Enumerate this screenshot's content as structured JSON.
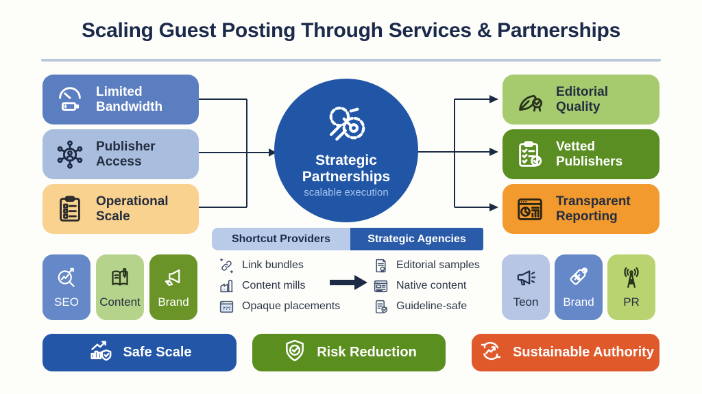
{
  "title": "Scaling Guest Posting Through Services & Partnerships",
  "colors": {
    "canvas_bg": "#fdfdfa",
    "title_text": "#1b2a4a",
    "divider": "#b9c9da",
    "connector": "#1b2a44",
    "limited_bandwidth_bg": "#5b7ec1",
    "publisher_access_bg": "#a9bedf",
    "operational_scale_bg": "#f9d28f",
    "hub_bg": "#2156a7",
    "editorial_quality_bg": "#a6cb6e",
    "vetted_publishers_bg": "#5a8e23",
    "transparent_reporting_bg": "#f29a2e",
    "tab_light_bg": "#b9cbe8",
    "tab_dark_bg": "#2a5ba8",
    "seo_bg": "#6488c8",
    "content_bg": "#b6d38c",
    "brand_left_bg": "#6b9428",
    "teon_bg": "#b6c6e4",
    "brand_right_bg": "#6488c8",
    "pr_bg": "#b8d370",
    "safe_scale_bg": "#2456a8",
    "risk_reduction_bg": "#5a8e1f",
    "sustainable_authority_bg": "#e0592b"
  },
  "hub": {
    "title": "Strategic Partnerships",
    "subtitle": "scalable execution",
    "icon": "handshake-gears-icon"
  },
  "left_boxes": [
    {
      "label": "Limited Bandwidth",
      "icon": "gauge-battery-icon"
    },
    {
      "label": "Publisher Access",
      "icon": "network-nodes-icon"
    },
    {
      "label": "Operational Scale",
      "icon": "clipboard-checklist-icon"
    }
  ],
  "right_boxes": [
    {
      "label": "Editorial Quality",
      "icon": "pen-award-icon"
    },
    {
      "label": "Vetted Publishers",
      "icon": "clipboard-check-icon"
    },
    {
      "label": "Transparent Reporting",
      "icon": "report-dashboard-icon"
    }
  ],
  "comparison": {
    "tabs": [
      {
        "label": "Shortcut Providers"
      },
      {
        "label": "Strategic Agencies"
      }
    ],
    "left_items": [
      {
        "label": "Link bundles",
        "icon": "chain-link-icon"
      },
      {
        "label": "Content mills",
        "icon": "factory-icon"
      },
      {
        "label": "Opaque placements",
        "icon": "window-question-icon"
      }
    ],
    "right_items": [
      {
        "label": "Editorial samples",
        "icon": "document-seal-icon"
      },
      {
        "label": "Native content",
        "icon": "window-article-icon"
      },
      {
        "label": "Guideline-safe",
        "icon": "document-shield-icon"
      }
    ],
    "question_glyph": "???"
  },
  "left_tags": [
    {
      "label": "SEO",
      "icon": "seo-magnifier-icon"
    },
    {
      "label": "Content",
      "icon": "book-pencil-icon"
    },
    {
      "label": "Brand",
      "icon": "megaphone-tag-icon"
    }
  ],
  "right_tags": [
    {
      "label": "Teon",
      "icon": "megaphone-icon"
    },
    {
      "label": "Brand",
      "icon": "price-tag-icon"
    },
    {
      "label": "PR",
      "icon": "radio-tower-icon"
    }
  ],
  "banners": [
    {
      "label": "Safe Scale",
      "icon": "growth-shield-icon"
    },
    {
      "label": "Risk Reduction",
      "icon": "shield-check-icon"
    },
    {
      "label": "Sustainable Authority",
      "icon": "cycle-growth-icon"
    }
  ]
}
